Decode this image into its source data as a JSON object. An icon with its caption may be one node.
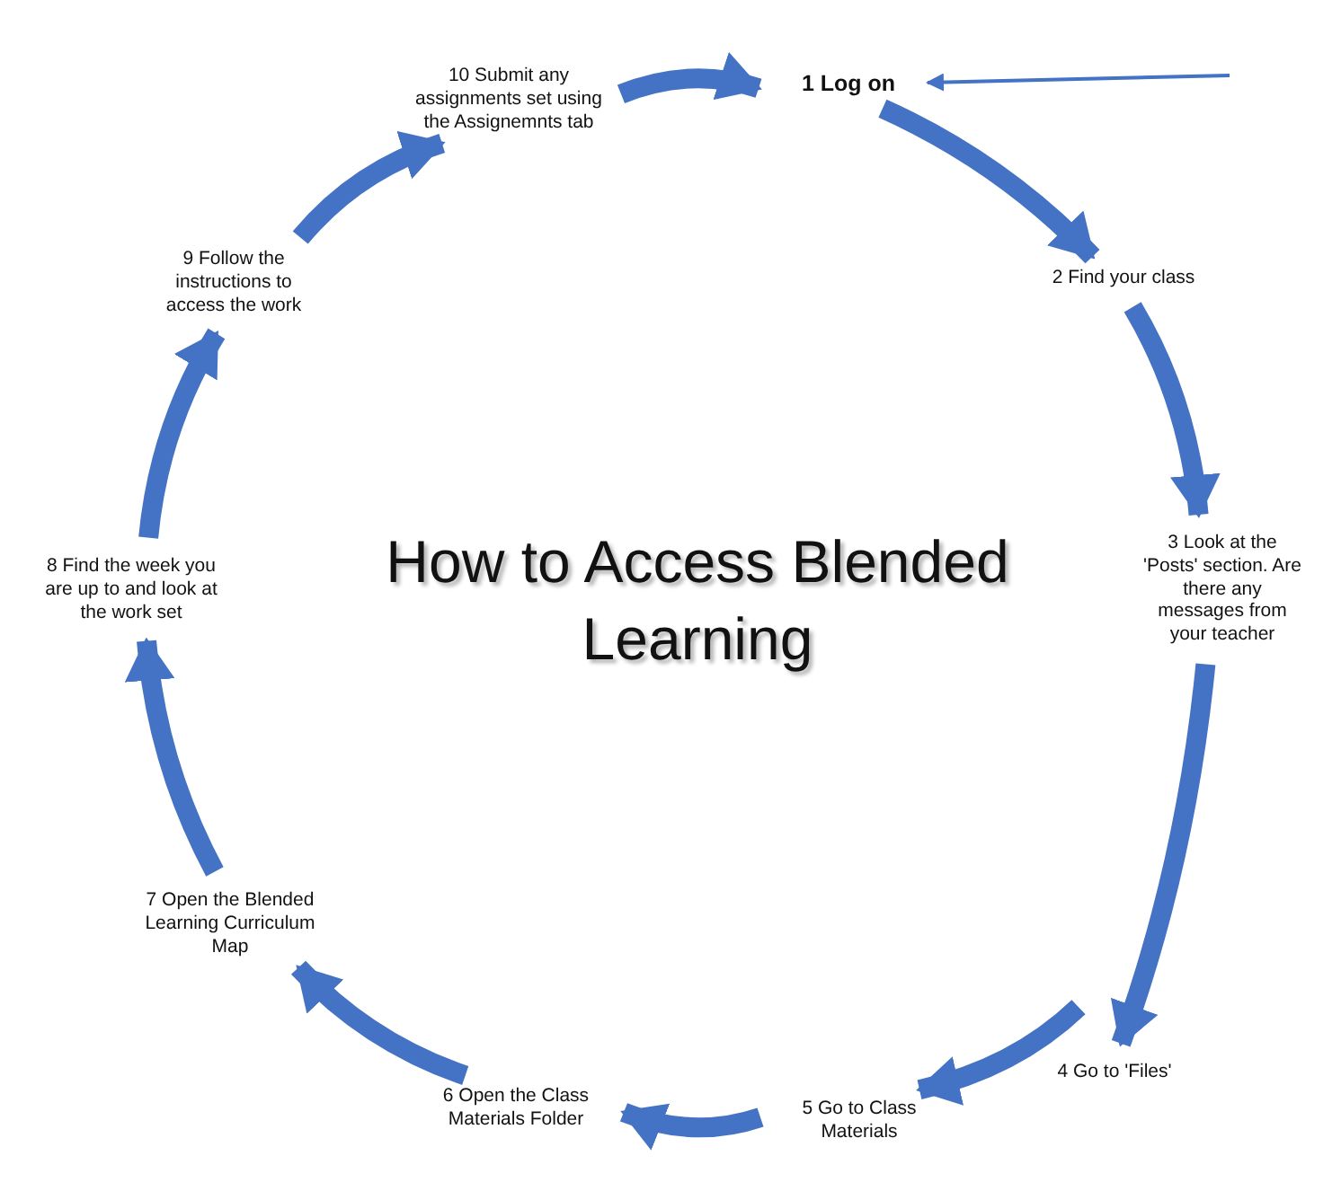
{
  "diagram": {
    "title": "How to Access Blended Learning",
    "nodes": [
      {
        "text": [
          "1 Log on"
        ]
      },
      {
        "text": [
          "2 Find your class"
        ]
      },
      {
        "text": [
          "3 Look at the 'Posts' section. Are there any messages from your teacher"
        ]
      },
      {
        "text": [
          "4 Go to 'Files'"
        ]
      },
      {
        "text": [
          "5 Go to Class Materials"
        ]
      },
      {
        "text": [
          "6 Open the Class Materials Folder"
        ]
      },
      {
        "text": [
          "7 Open the Blended Learning Curriculum Map"
        ]
      },
      {
        "text": [
          "8 Find the week you are up to and look at the work set"
        ]
      },
      {
        "text": [
          "9 Follow the instructions to access the work"
        ]
      },
      {
        "text": [
          "10 Submit any assignments set using the Assignemnts tab"
        ]
      }
    ],
    "edges": [
      {
        "from": 9,
        "to": 0,
        "arrow": "to"
      },
      {
        "from": 0,
        "to": 1,
        "arrow": "to"
      },
      {
        "from": 1,
        "to": 2,
        "arrow": "to"
      },
      {
        "from": 2,
        "to": 3,
        "arrow": "to"
      },
      {
        "from": 3,
        "to": 4,
        "arrow": "to"
      },
      {
        "from": 4,
        "to": 5,
        "arrow": "to"
      },
      {
        "from": 5,
        "to": 6,
        "arrow": "to"
      },
      {
        "from": 6,
        "to": 7,
        "arrow": "to"
      },
      {
        "from": 7,
        "to": 8,
        "arrow": "to"
      },
      {
        "from": 8,
        "to": 9,
        "arrow": "to"
      },
      {
        "from": null,
        "to": 0,
        "arrow": "to"
      }
    ]
  }
}
